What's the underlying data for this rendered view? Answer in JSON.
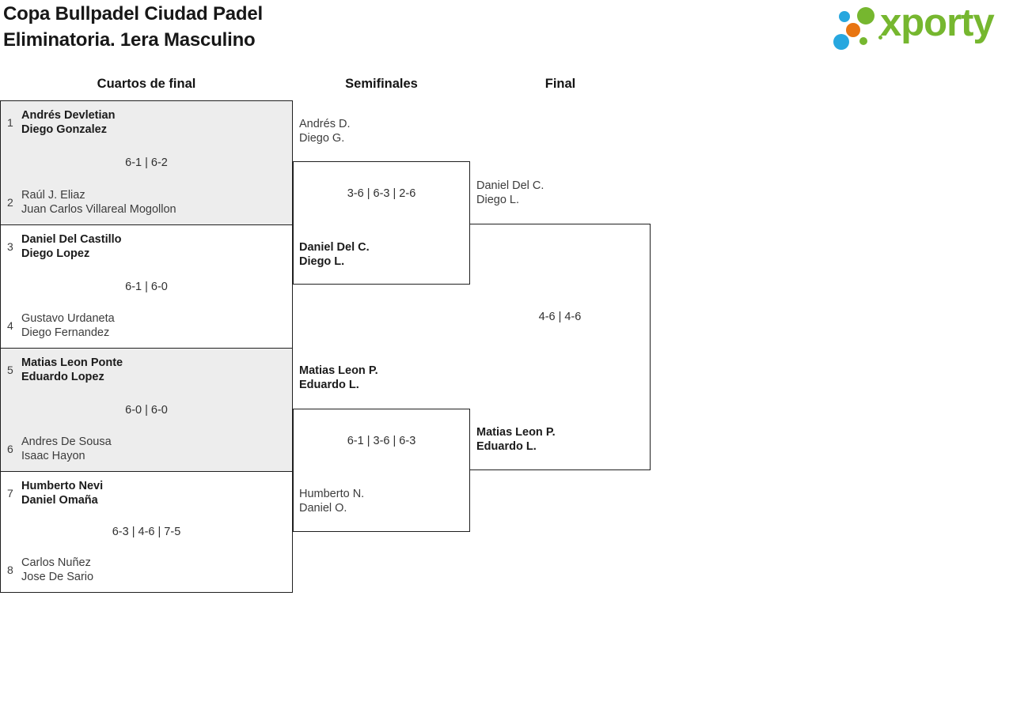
{
  "title": {
    "line1": "Copa Bullpadel Ciudad Padel",
    "line2": "Eliminatoria. 1era Masculino"
  },
  "logo": {
    "text": "xporty"
  },
  "columns": {
    "quarterfinals": "Cuartos de final",
    "semifinals": "Semifinales",
    "final": "Final"
  },
  "colors": {
    "logo_green": "#76b72f",
    "logo_blue": "#27a7df",
    "logo_orange": "#e87511",
    "cell_shaded": "#ededed",
    "border": "#1f1f1f"
  },
  "bracket": {
    "quarterfinals": [
      {
        "seed_top": "1",
        "team_top_1": "Andrés Devletian",
        "team_top_2": "Diego Gonzalez",
        "score": "6-1 | 6-2",
        "seed_bottom": "2",
        "team_bottom_1": "Raúl J. Eliaz",
        "team_bottom_2": "Juan Carlos Villareal Mogollon",
        "winner": "top"
      },
      {
        "seed_top": "3",
        "team_top_1": "Daniel Del Castillo",
        "team_top_2": "Diego Lopez",
        "score": "6-1 | 6-0",
        "seed_bottom": "4",
        "team_bottom_1": "Gustavo Urdaneta",
        "team_bottom_2": "Diego Fernandez",
        "winner": "top"
      },
      {
        "seed_top": "5",
        "team_top_1": "Matias Leon Ponte",
        "team_top_2": "Eduardo Lopez",
        "score": "6-0 | 6-0",
        "seed_bottom": "6",
        "team_bottom_1": "Andres De Sousa",
        "team_bottom_2": "Isaac Hayon",
        "winner": "top"
      },
      {
        "seed_top": "7",
        "team_top_1": "Humberto Nevi",
        "team_top_2": "Daniel Omaña",
        "score": "6-3 | 4-6 | 7-5",
        "seed_bottom": "8",
        "team_bottom_1": "Carlos Nuñez",
        "team_bottom_2": "Jose De Sario",
        "winner": "top"
      }
    ],
    "semifinals": [
      {
        "team_top_1": "Andrés D.",
        "team_top_2": "Diego G.",
        "score": "3-6 | 6-3 | 2-6",
        "team_bottom_1": "Daniel Del C.",
        "team_bottom_2": "Diego L.",
        "winner": "bottom"
      },
      {
        "team_top_1": "Matias Leon P.",
        "team_top_2": "Eduardo L.",
        "score": "6-1 | 3-6 | 6-3",
        "team_bottom_1": "Humberto N.",
        "team_bottom_2": "Daniel O.",
        "winner": "top"
      }
    ],
    "final": {
      "team_top_1": "Daniel Del C.",
      "team_top_2": "Diego L.",
      "score": "4-6 | 4-6",
      "team_bottom_1": "Matias Leon P.",
      "team_bottom_2": "Eduardo L.",
      "winner": "bottom"
    }
  }
}
